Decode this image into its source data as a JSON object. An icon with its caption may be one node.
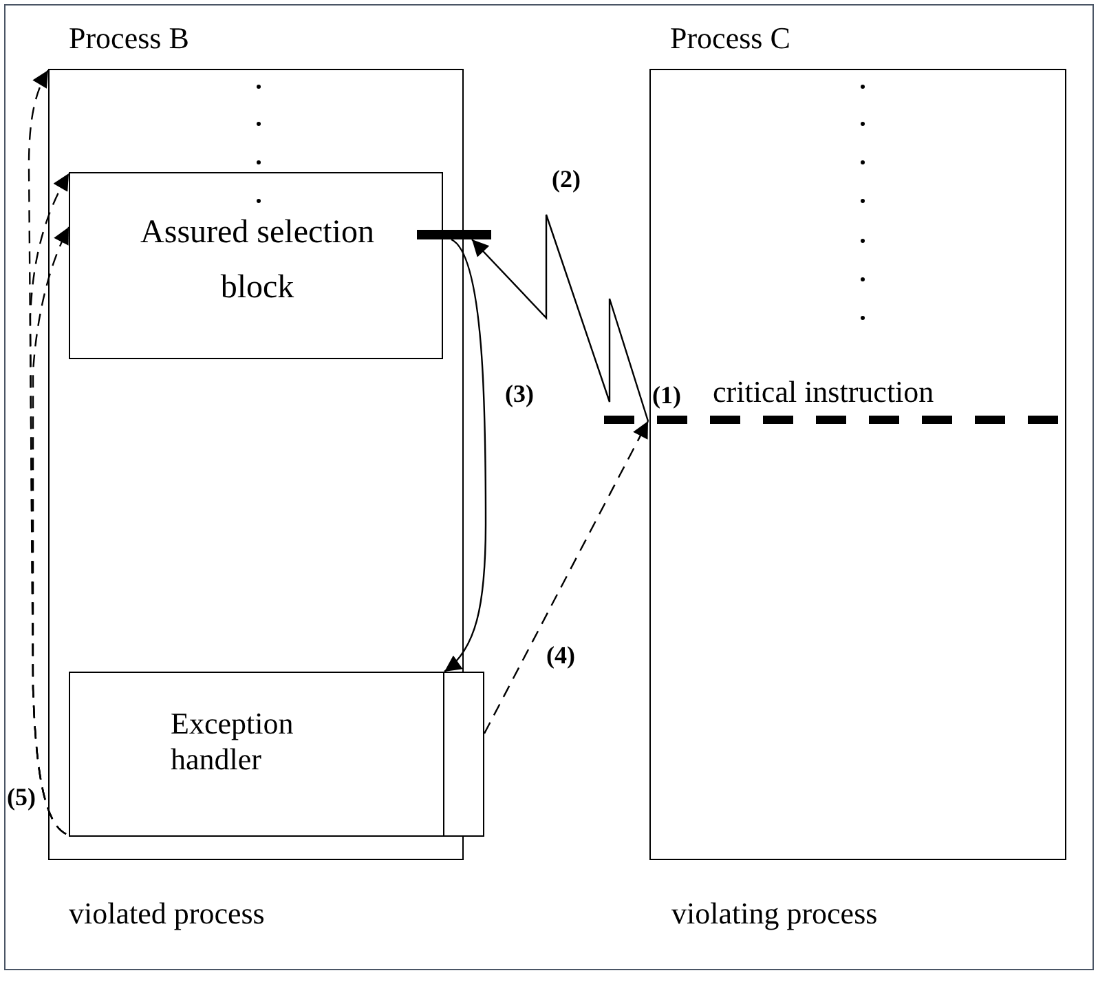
{
  "diagram": {
    "nodes": [
      {
        "text": [
          "Process B"
        ],
        "beside": [
          "violated process"
        ]
      },
      {
        "text": [
          "Assured selection block"
        ],
        "in": 0
      },
      {
        "text": [],
        "shape": "bar"
      },
      {
        "text": [
          "Exception handler"
        ],
        "in": 0
      },
      {
        "text": [
          "Process C"
        ],
        "beside": [
          "violating process"
        ]
      },
      {
        "text": [
          "critical instruction"
        ],
        "in": 4
      }
    ],
    "edges": [
      {
        "from": 5,
        "to": 2,
        "arrow": "to",
        "label": "(2)"
      },
      {
        "from": 2,
        "to": 3,
        "arrow": "to",
        "label": "(3)"
      },
      {
        "from": 3,
        "to": 5,
        "arrow": "to",
        "label": "(4)",
        "style": "dashed"
      },
      {
        "from": 3,
        "to": 0,
        "arrow": "to",
        "label": "(5)",
        "style": "dashed"
      },
      {
        "from": 3,
        "to": 1,
        "arrow": "to",
        "style": "dashed"
      },
      {
        "from": 3,
        "to": 1,
        "arrow": "to",
        "style": "dashed"
      }
    ],
    "labels": [
      "(1)"
    ]
  }
}
